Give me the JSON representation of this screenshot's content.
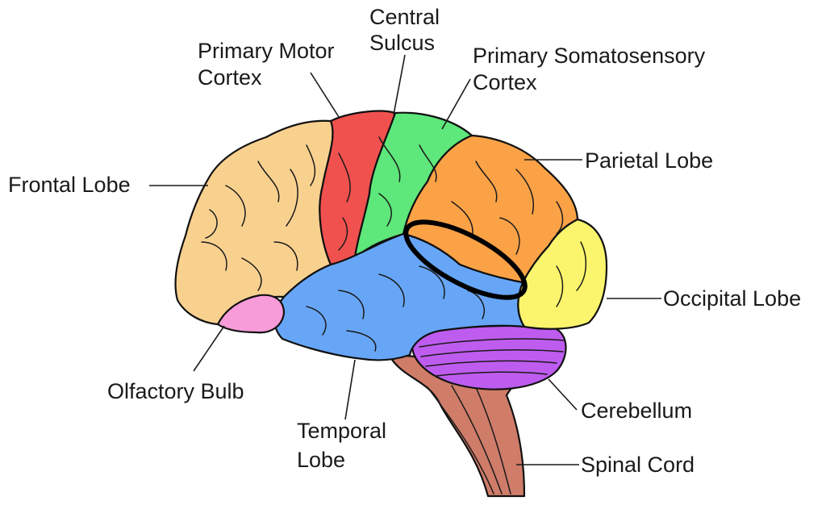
{
  "labels": {
    "central_sulcus": [
      "Central",
      "Sulcus"
    ],
    "primary_motor_cortex": [
      "Primary Motor",
      "Cortex"
    ],
    "primary_somatosensory_cortex": [
      "Primary Somatosensory",
      "Cortex"
    ],
    "parietal_lobe": "Parietal Lobe",
    "frontal_lobe": "Frontal Lobe",
    "occipital_lobe": "Occipital Lobe",
    "olfactory_bulb": "Olfactory Bulb",
    "cerebellum": "Cerebellum",
    "temporal_lobe": [
      "Temporal",
      "Lobe"
    ],
    "spinal_cord": "Spinal Cord"
  },
  "colors": {
    "frontal_lobe": "#f9d18f",
    "primary_motor_cortex": "#f0514f",
    "primary_somatosensory_cortex": "#5ee77a",
    "parietal_lobe": "#fba247",
    "occipital_lobe": "#fbf56d",
    "temporal_lobe": "#67a6f7",
    "olfactory_bulb": "#f79bd9",
    "cerebellum": "#be5cf0",
    "brainstem_spinal_cord": "#cf7c69",
    "highlight_ring": "#000000"
  }
}
